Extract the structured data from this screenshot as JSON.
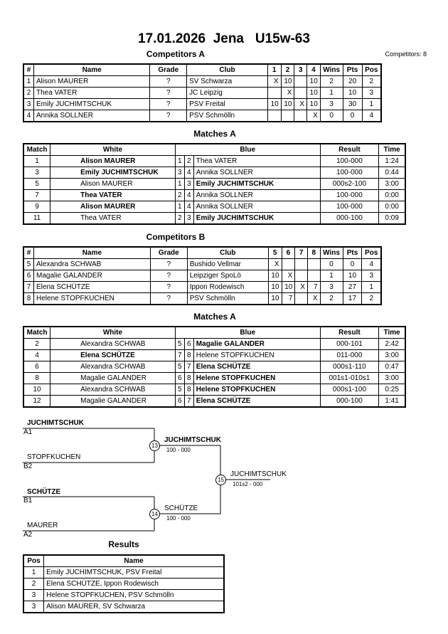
{
  "header": {
    "date": "17.01.2026",
    "city": "Jena",
    "category": "U15w-63",
    "competitors_count": "Competitors: 8"
  },
  "pools": [
    {
      "title": "Competitors A",
      "headers": [
        "#",
        "Name",
        "Grade",
        "Club",
        "1",
        "2",
        "3",
        "4",
        "Wins",
        "Pts",
        "Pos"
      ],
      "rows": [
        [
          "1",
          "Alison MAURER",
          "?",
          "SV Schwarza",
          "X",
          "10",
          "",
          "10",
          "2",
          "20",
          "2"
        ],
        [
          "2",
          "Thea VATER",
          "?",
          "JC Leipzig",
          "",
          "X",
          "",
          "10",
          "1",
          "10",
          "3"
        ],
        [
          "3",
          "Emily JUCHIMTSCHUK",
          "?",
          "PSV Freital",
          "10",
          "10",
          "X",
          "10",
          "3",
          "30",
          "1"
        ],
        [
          "4",
          "Annika SOLLNER",
          "?",
          "PSV Schmölln",
          "",
          "",
          "",
          "X",
          "0",
          "0",
          "4"
        ]
      ]
    },
    {
      "title": "Competitors B",
      "headers": [
        "#",
        "Name",
        "Grade",
        "Club",
        "5",
        "6",
        "7",
        "8",
        "Wins",
        "Pts",
        "Pos"
      ],
      "rows": [
        [
          "5",
          "Alexandra SCHWAB",
          "?",
          "Bushido Vellmar",
          "X",
          "",
          "",
          "",
          "0",
          "0",
          "4"
        ],
        [
          "6",
          "Magalie GALANDER",
          "?",
          "Leipziger SpoLö",
          "10",
          "X",
          "",
          "",
          "1",
          "10",
          "3"
        ],
        [
          "7",
          "Elena SCHÜTZE",
          "?",
          "Ippon Rodewisch",
          "10",
          "10",
          "X",
          "7",
          "3",
          "27",
          "1"
        ],
        [
          "8",
          "Helene STOPFKUCHEN",
          "?",
          "PSV Schmölln",
          "10",
          "7",
          "",
          "X",
          "2",
          "17",
          "2"
        ]
      ]
    }
  ],
  "matches": [
    {
      "title": "Matches A",
      "headers": [
        "Match",
        "White",
        "Blue",
        "Result",
        "Time"
      ],
      "rows": [
        {
          "no": "1",
          "white": "Alison MAURER",
          "wn": "1",
          "bn": "2",
          "blue": "Thea VATER",
          "result": "100-000",
          "time": "1:24",
          "winner": "white"
        },
        {
          "no": "3",
          "white": "Emily JUCHIMTSCHUK",
          "wn": "3",
          "bn": "4",
          "blue": "Annika SOLLNER",
          "result": "100-000",
          "time": "0:44",
          "winner": "white"
        },
        {
          "no": "5",
          "white": "Alison MAURER",
          "wn": "1",
          "bn": "3",
          "blue": "Emily JUCHIMTSCHUK",
          "result": "000s2-100",
          "time": "3:00",
          "winner": "blue"
        },
        {
          "no": "7",
          "white": "Thea VATER",
          "wn": "2",
          "bn": "4",
          "blue": "Annika SOLLNER",
          "result": "100-000",
          "time": "0:00",
          "winner": "white"
        },
        {
          "no": "9",
          "white": "Alison MAURER",
          "wn": "1",
          "bn": "4",
          "blue": "Annika SOLLNER",
          "result": "100-000",
          "time": "0:00",
          "winner": "white"
        },
        {
          "no": "11",
          "white": "Thea VATER",
          "wn": "2",
          "bn": "3",
          "blue": "Emily JUCHIMTSCHUK",
          "result": "000-100",
          "time": "0:09",
          "winner": "blue"
        }
      ]
    },
    {
      "title": "Matches A",
      "headers": [
        "Match",
        "White",
        "Blue",
        "Result",
        "Time"
      ],
      "rows": [
        {
          "no": "2",
          "white": "Alexandra SCHWAB",
          "wn": "5",
          "bn": "6",
          "blue": "Magalie GALANDER",
          "result": "000-101",
          "time": "2:42",
          "winner": "blue"
        },
        {
          "no": "4",
          "white": "Elena SCHÜTZE",
          "wn": "7",
          "bn": "8",
          "blue": "Helene STOPFKUCHEN",
          "result": "011-000",
          "time": "3:00",
          "winner": "white"
        },
        {
          "no": "6",
          "white": "Alexandra SCHWAB",
          "wn": "5",
          "bn": "7",
          "blue": "Elena SCHÜTZE",
          "result": "000s1-110",
          "time": "0:47",
          "winner": "blue"
        },
        {
          "no": "8",
          "white": "Magalie GALANDER",
          "wn": "6",
          "bn": "8",
          "blue": "Helene STOPFKUCHEN",
          "result": "001s1-010s1",
          "time": "3:00",
          "winner": "blue"
        },
        {
          "no": "10",
          "white": "Alexandra SCHWAB",
          "wn": "5",
          "bn": "8",
          "blue": "Helene STOPFKUCHEN",
          "result": "000s1-100",
          "time": "0:25",
          "winner": "blue"
        },
        {
          "no": "12",
          "white": "Magalie GALANDER",
          "wn": "6",
          "bn": "7",
          "blue": "Elena SCHÜTZE",
          "result": "000-100",
          "time": "1:41",
          "winner": "blue"
        }
      ]
    }
  ],
  "bracket": {
    "sf1": {
      "top": "JUCHIMTSCHUK",
      "top_seed": "A1",
      "bottom": "STOPFKUCHEN",
      "bottom_seed": "B2",
      "match": "13",
      "winner": "JUCHIMTSCHUK",
      "score": "100 - 000"
    },
    "sf2": {
      "top": "SCHÜTZE",
      "top_seed": "B1",
      "bottom": "MAURER",
      "bottom_seed": "A2",
      "match": "14",
      "winner": "SCHÜTZE",
      "score": "100 - 000"
    },
    "final": {
      "match": "15",
      "winner": "JUCHIMTSCHUK",
      "score": "101s2 - 000"
    }
  },
  "results": {
    "title": "Results",
    "headers": [
      "Pos",
      "Name"
    ],
    "rows": [
      [
        "1",
        "Emily JUCHIMTSCHUK, PSV Freital"
      ],
      [
        "2",
        "Elena SCHÜTZE, Ippon Rodewisch"
      ],
      [
        "3",
        "Helene STOPFKUCHEN, PSV Schmölln"
      ],
      [
        "3",
        "Alison MAURER, SV Schwarza"
      ]
    ]
  }
}
